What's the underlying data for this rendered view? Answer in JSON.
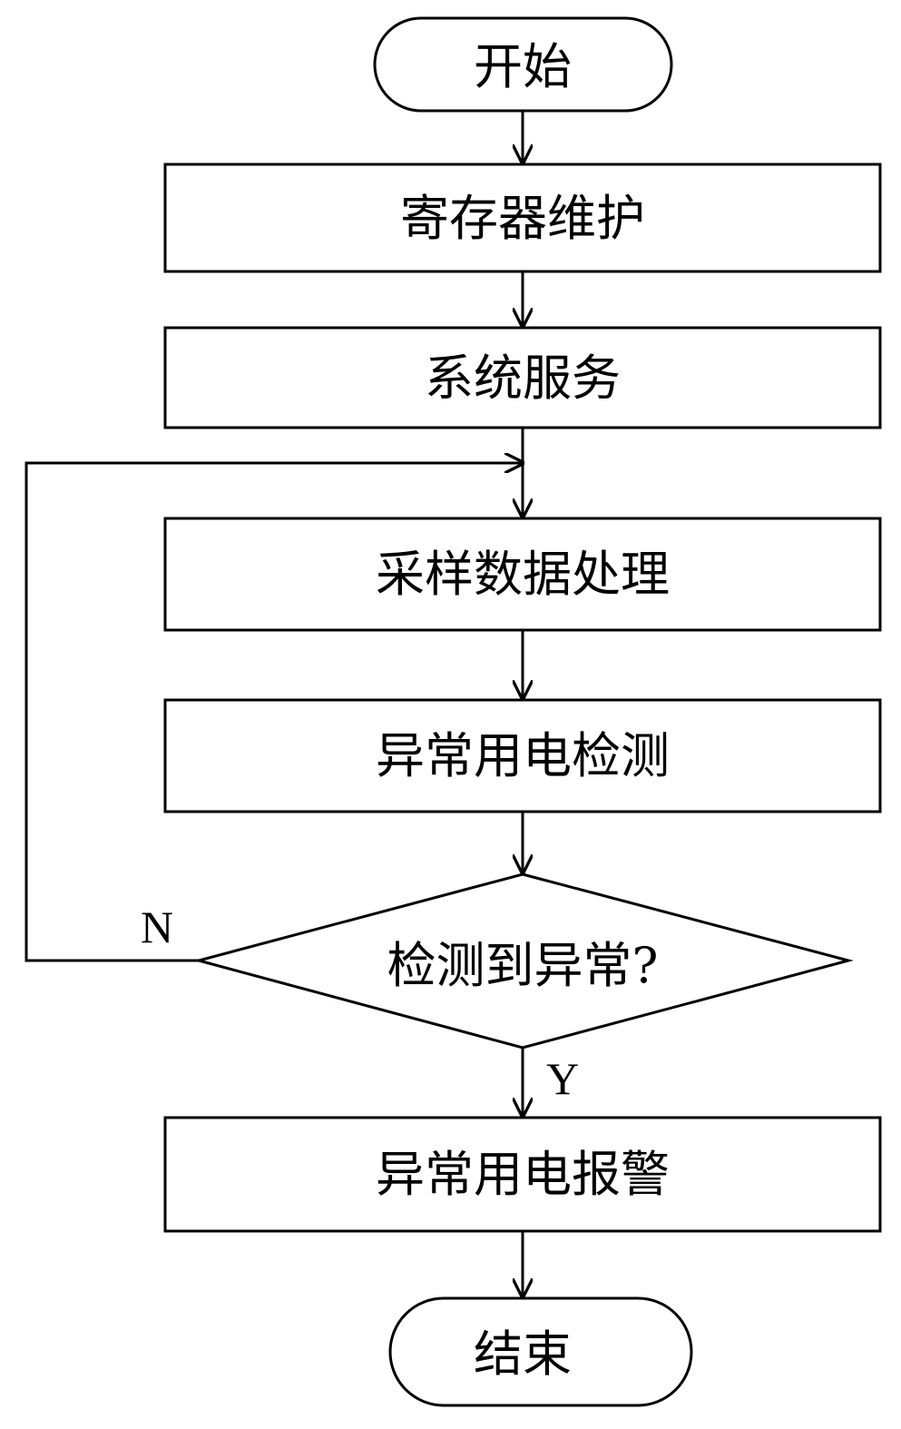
{
  "nodes": {
    "start": "开始",
    "register": "寄存器维护",
    "service": "系统服务",
    "sampling": "采样数据处理",
    "detect": "异常用电检测",
    "decision": "检测到异常?",
    "alarm": "异常用电报警",
    "end": "结束"
  },
  "labels": {
    "no": "N",
    "yes": "Y"
  }
}
